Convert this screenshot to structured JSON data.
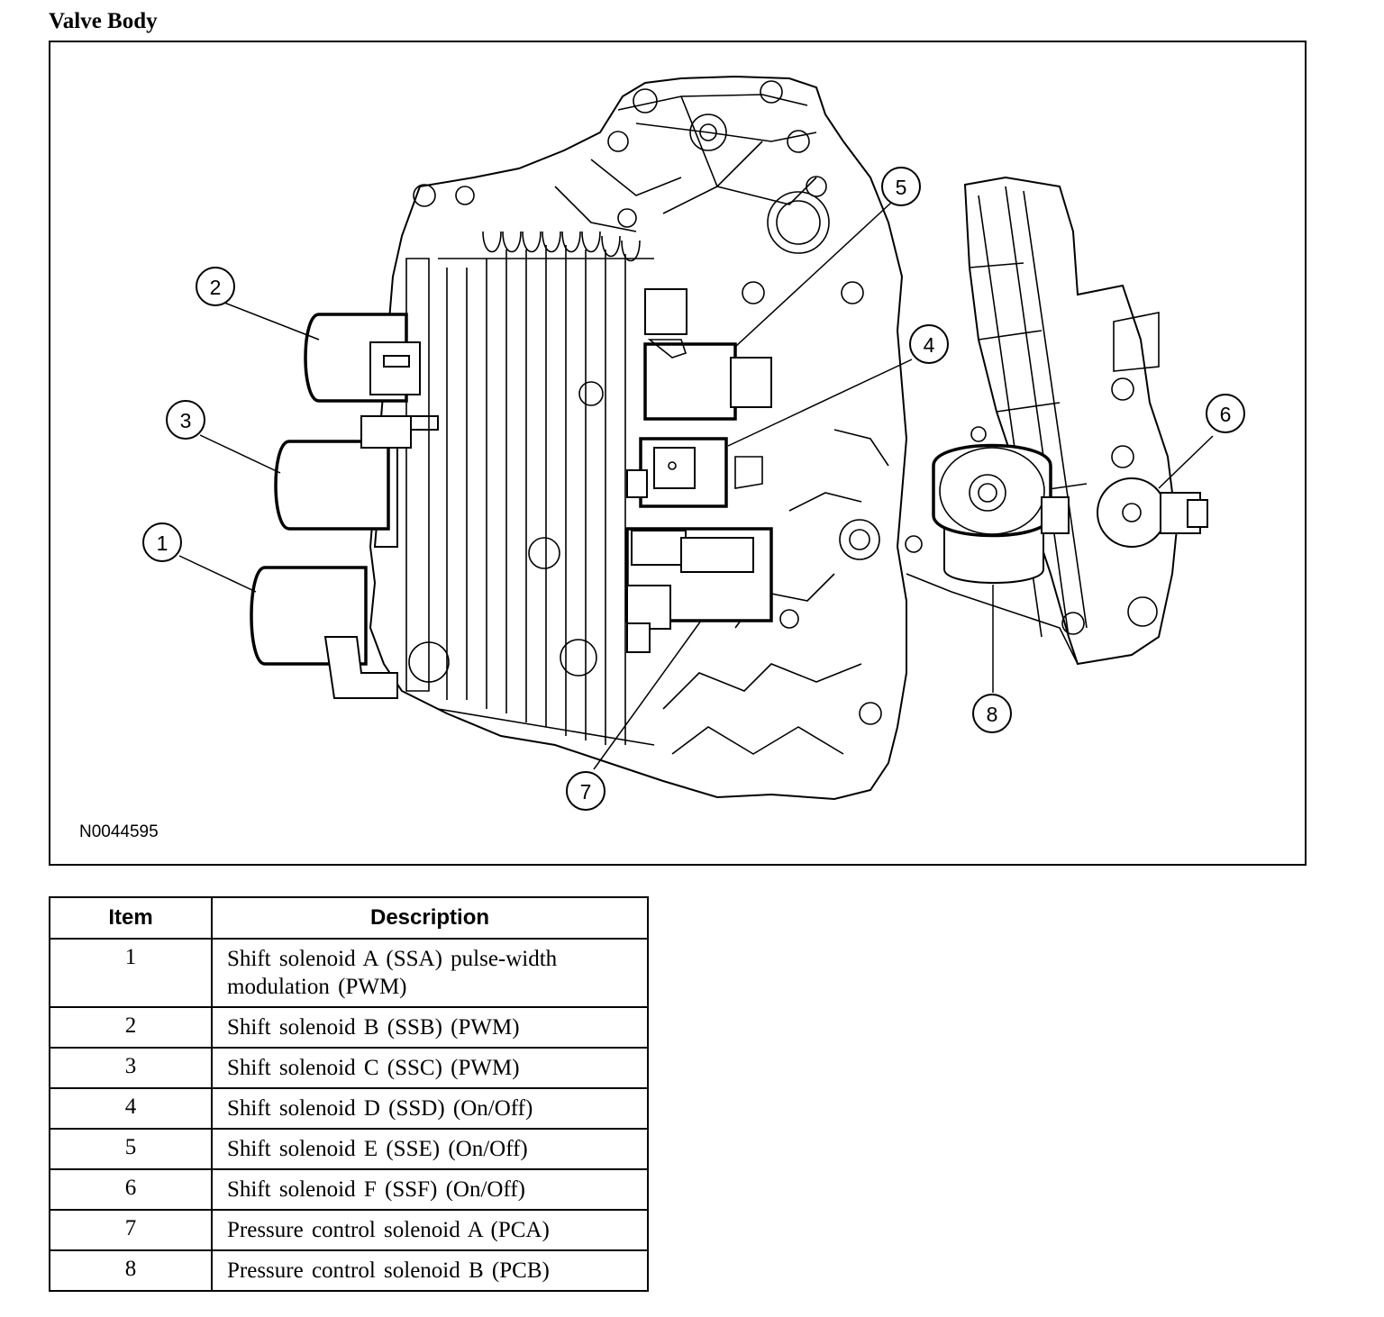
{
  "title": "Valve Body",
  "figure": {
    "id": "N0044595",
    "callouts": [
      "1",
      "2",
      "3",
      "4",
      "5",
      "6",
      "7",
      "8"
    ]
  },
  "table": {
    "headers": {
      "item": "Item",
      "description": "Description"
    },
    "rows": [
      {
        "item": "1",
        "description": "Shift solenoid A (SSA) pulse-width modulation (PWM)"
      },
      {
        "item": "2",
        "description": "Shift solenoid B (SSB) (PWM)"
      },
      {
        "item": "3",
        "description": "Shift solenoid C (SSC) (PWM)"
      },
      {
        "item": "4",
        "description": "Shift solenoid D (SSD) (On/Off)"
      },
      {
        "item": "5",
        "description": "Shift solenoid E (SSE) (On/Off)"
      },
      {
        "item": "6",
        "description": "Shift solenoid F (SSF) (On/Off)"
      },
      {
        "item": "7",
        "description": "Pressure control solenoid A (PCA)"
      },
      {
        "item": "8",
        "description": "Pressure control solenoid B (PCB)"
      }
    ]
  }
}
